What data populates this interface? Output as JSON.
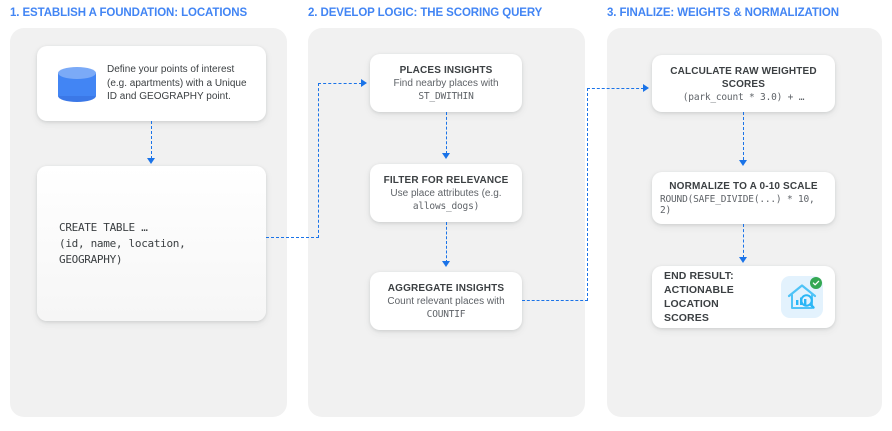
{
  "columns": [
    {
      "heading": "1. ESTABLISH A FOUNDATION: LOCATIONS",
      "cards": [
        {
          "icon": "database-cylinder-icon",
          "body": "Define your points of interest (e.g. apartments) with a Unique ID and GEOGRAPHY point."
        },
        {
          "code": "CREATE TABLE …\n(id, name, location,\nGEOGRAPHY)"
        }
      ]
    },
    {
      "heading": "2. DEVELOP LOGIC: THE SCORING QUERY",
      "cards": [
        {
          "title": "PLACES INSIGHTS",
          "subtitle": "Find nearby places with",
          "code": "ST_DWITHIN"
        },
        {
          "title": "FILTER FOR RELEVANCE",
          "subtitle": "Use place attributes (e.g.",
          "code": "allows_dogs)"
        },
        {
          "title": "AGGREGATE INSIGHTS",
          "subtitle": "Count relevant places with",
          "code": "COUNTIF"
        }
      ]
    },
    {
      "heading": "3. FINALIZE: WEIGHTS & NORMALIZATION",
      "cards": [
        {
          "title": "CALCULATE RAW WEIGHTED SCORES",
          "code": "(park_count * 3.0) + …"
        },
        {
          "title": "NORMALIZE TO A 0-10 SCALE",
          "code": "ROUND(SAFE_DIVIDE(...) * 10, 2)"
        },
        {
          "title": "END RESULT:\nACTIONABLE LOCATION\nSCORES",
          "icon": "house-analytics-icon",
          "badge": "check-badge-icon"
        }
      ]
    }
  ],
  "colors": {
    "heading": "#4285F4",
    "connector": "#1a73e8",
    "panel": "#f1f1f1",
    "card": "#ffffff",
    "title_text": "#3c4043",
    "sub_text": "#5f6368",
    "db_icon": "#4285F4",
    "result_icon_bg": "#E3F2FD",
    "badge": "#34A853"
  }
}
